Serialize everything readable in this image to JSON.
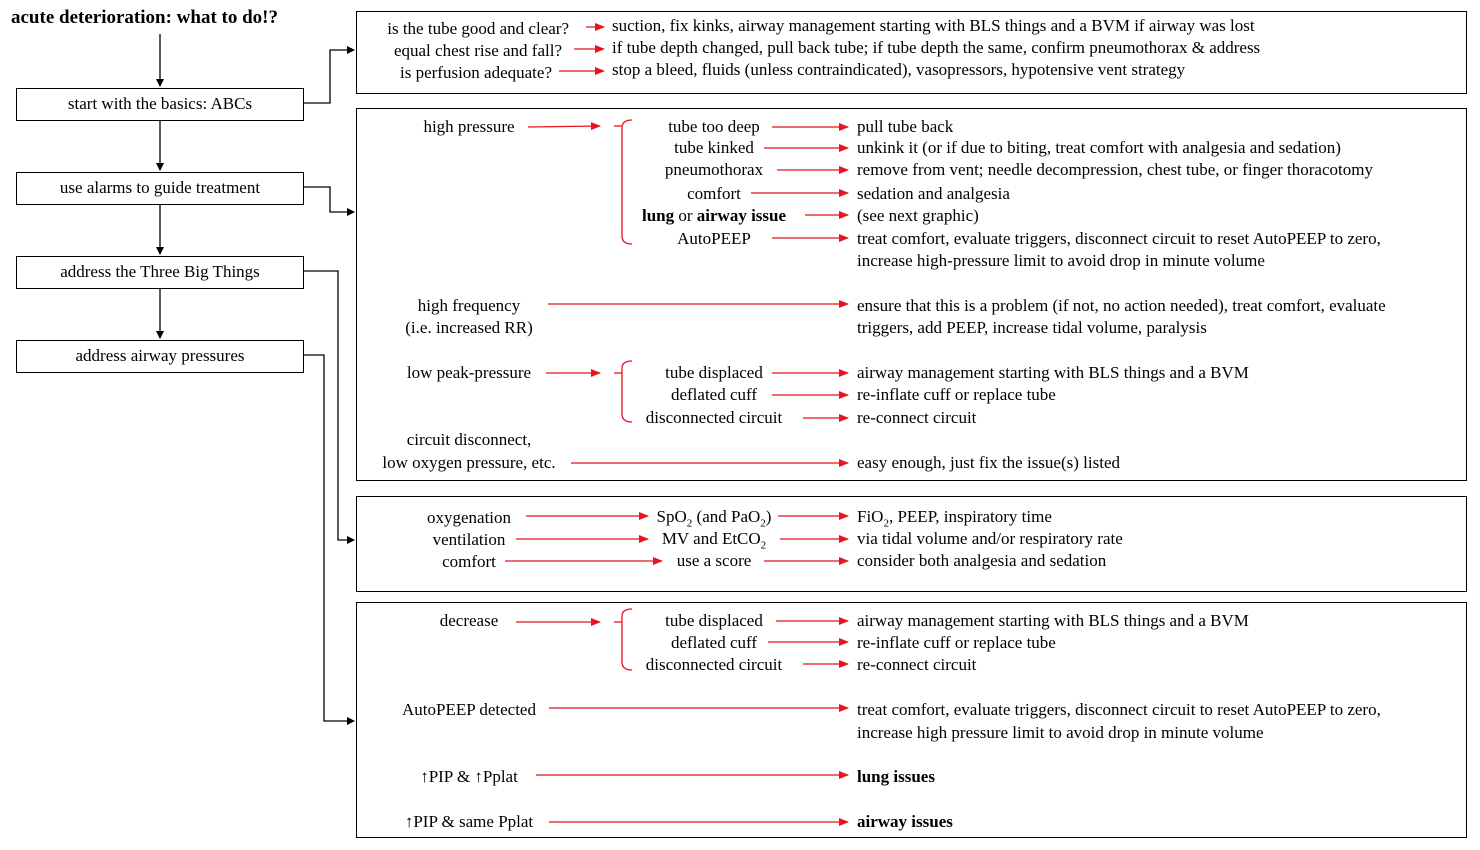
{
  "title": "acute deterioration: what to do!?",
  "steps": [
    "start with the basics: ABCs",
    "use alarms to guide treatment",
    "address the Three Big Things",
    "address airway pressures"
  ],
  "abc": {
    "q1": "is the tube good and clear?",
    "a1": "suction, fix kinks, airway management starting with BLS things and a BVM if airway was lost",
    "q2": "equal chest rise and fall?",
    "a2": "if tube depth changed, pull back tube; if tube depth the same, confirm pneumothorax & address",
    "q3": "is perfusion adequate?",
    "a3": "stop a bleed, fluids (unless contraindicated), vasopressors, hypotensive vent strategy"
  },
  "alarms": {
    "high_pressure": "high pressure",
    "hp_causes": [
      "tube too deep",
      "tube kinked",
      "pneumothorax",
      "comfort",
      "AutoPEEP"
    ],
    "hp_lung_bold": "lung",
    "hp_or": "or",
    "hp_airway_bold": "airway issue",
    "hp_actions": [
      "pull tube back",
      "unkink it (or if due to biting, treat comfort with analgesia and sedation)",
      "remove from vent; needle decompression, chest tube, or finger thoracotomy",
      "sedation and analgesia",
      "(see next graphic)",
      "treat comfort, evaluate triggers, disconnect circuit to reset AutoPEEP to zero,",
      "increase high-pressure limit to avoid drop in minute volume"
    ],
    "high_frequency": "high frequency",
    "high_frequency_sub": "(i.e. increased RR)",
    "hf_action_1": "ensure that this is a problem (if not, no action needed), treat comfort, evaluate",
    "hf_action_2": "triggers, add PEEP, increase tidal volume, paralysis",
    "low_peak": "low peak-pressure",
    "lp_causes": [
      "tube displaced",
      "deflated cuff",
      "disconnected circuit"
    ],
    "lp_actions": [
      "airway management starting with BLS things and a BVM",
      "re-inflate cuff or replace tube",
      "re-connect circuit"
    ],
    "circuit_1": "circuit disconnect,",
    "circuit_2": "low oxygen pressure, etc.",
    "circuit_action": "easy enough, just fix the issue(s) listed"
  },
  "big_three": {
    "items": [
      "oxygenation",
      "ventilation",
      "comfort"
    ],
    "spo2_pre": "SpO",
    "spo2_sub": "2",
    "spo2_mid": " (and PaO",
    "spo2_sub2": "2",
    "spo2_post": ")",
    "mv_pre": "MV and EtCO",
    "mv_sub": "2",
    "score": "use a score",
    "fio2_pre": "FiO",
    "fio2_sub": "2",
    "fio2_post": ", PEEP, inspiratory time",
    "vent_action": "via tidal volume and/or respiratory rate",
    "comfort_action": "consider both analgesia and sedation"
  },
  "pressures": {
    "decrease": "decrease",
    "dec_causes": [
      "tube displaced",
      "deflated cuff",
      "disconnected circuit"
    ],
    "dec_actions": [
      "airway management starting with BLS things and a BVM",
      "re-inflate cuff or replace tube",
      "re-connect circuit"
    ],
    "autopeep": "AutoPEEP detected",
    "autopeep_1": "treat comfort, evaluate triggers, disconnect circuit to reset AutoPEEP to zero,",
    "autopeep_2": "increase high pressure limit to avoid drop in minute volume",
    "pip_up": "↑PIP & ↑Pplat",
    "lung_issues": "lung issues",
    "pip_same": "↑PIP & same Pplat",
    "airway_issues": "airway issues"
  },
  "colors": {
    "arrow": "#e8131b",
    "line": "#000000"
  }
}
